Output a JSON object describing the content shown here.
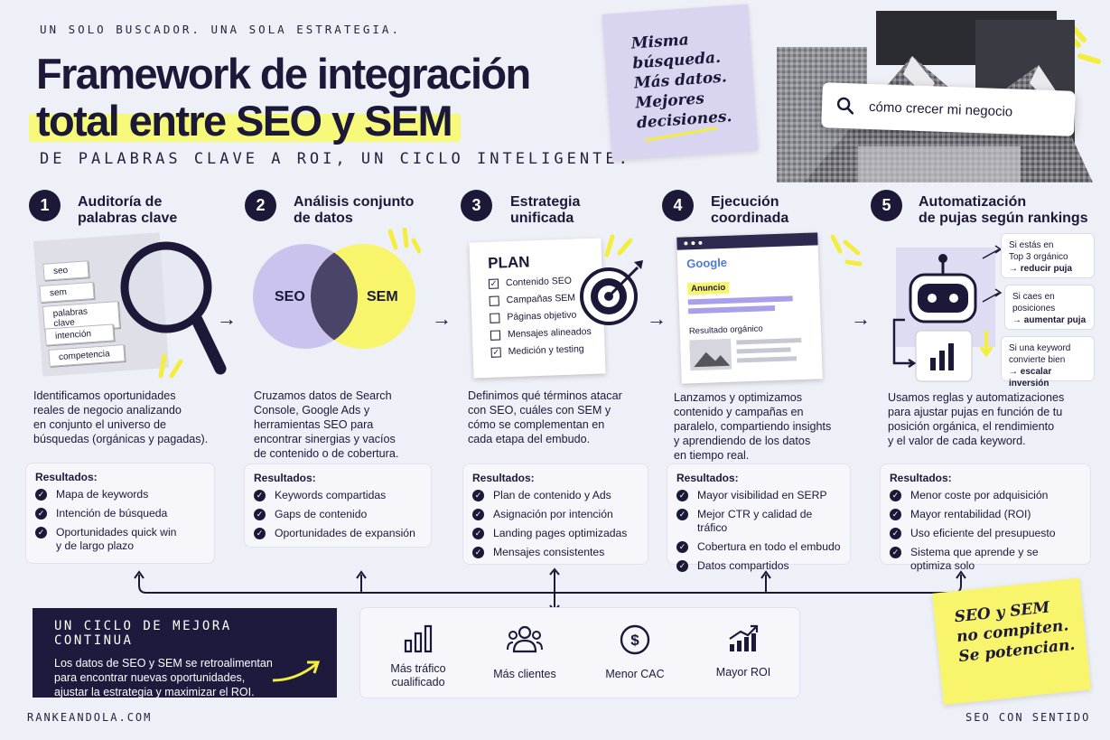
{
  "header": {
    "kicker": "UN SOLO BUSCADOR. UNA SOLA ESTRATEGIA.",
    "title_line1": "Framework de integración",
    "title_line2": "total entre SEO y SEM",
    "subtitle": "DE PALABRAS CLAVE A ROI, UN CICLO INTELIGENTE."
  },
  "note_top": {
    "lines": [
      "Misma",
      "búsqueda.",
      "Más datos.",
      "Mejores",
      "decisiones."
    ]
  },
  "search": {
    "query": "cómo crecer mi negocio",
    "icon": "search-icon"
  },
  "steps": [
    {
      "num": "1",
      "title_l1": "Auditoría de",
      "title_l2": "palabras clave",
      "desc": [
        "Identificamos oportunidades",
        "reales de negocio analizando",
        "en conjunto el universo de",
        "búsquedas (orgánicas y pagadas)."
      ],
      "results_label": "Resultados:",
      "results": [
        "Mapa de keywords",
        "Intención de búsqueda",
        "Oportunidades quick win|y de largo plazo"
      ],
      "tags": [
        "seo",
        "sem",
        "palabras clave",
        "intención",
        "competencia"
      ]
    },
    {
      "num": "2",
      "title_l1": "Análisis conjunto",
      "title_l2": "de datos",
      "desc": [
        "Cruzamos datos de Search",
        "Console, Google Ads y",
        "herramientas SEO para",
        "encontrar sinergias y vacíos",
        "de contenido o de cobertura."
      ],
      "results_label": "Resultados:",
      "results": [
        "Keywords compartidas",
        "Gaps de contenido",
        "Oportunidades de expansión"
      ],
      "venn": {
        "left": "SEO",
        "right": "SEM"
      }
    },
    {
      "num": "3",
      "title_l1": "Estrategia",
      "title_l2": "unificada",
      "desc": [
        "Definimos qué términos atacar",
        "con SEO, cuáles con SEM y",
        "cómo se complementan en",
        "cada etapa del embudo."
      ],
      "results_label": "Resultados:",
      "results": [
        "Plan de contenido y Ads",
        "Asignación por intención",
        "Landing pages optimizadas",
        "Mensajes consistentes"
      ],
      "plan": {
        "title": "PLAN",
        "items": [
          "Contenido SEO",
          "Campañas SEM",
          "Páginas objetivo",
          "Mensajes alineados",
          "Medición y testing"
        ],
        "checked": [
          true,
          false,
          false,
          false,
          true
        ]
      }
    },
    {
      "num": "4",
      "title_l1": "Ejecución",
      "title_l2": "coordinada",
      "desc": [
        "Lanzamos y optimizamos",
        "contenido y campañas en",
        "paralelo, compartiendo insights",
        "y aprendiendo de los datos",
        "en tiempo real."
      ],
      "results_label": "Resultados:",
      "results": [
        "Mayor visibilidad en SERP",
        "Mejor CTR y calidad de tráfico",
        "Cobertura en todo el embudo",
        "Datos compartidos"
      ],
      "serp": {
        "brand": "Google",
        "ad": "Anuncio",
        "organic": "Resultado orgánico"
      }
    },
    {
      "num": "5",
      "title_l1": "Automatización",
      "title_l2": "de pujas según rankings",
      "desc": [
        "Usamos reglas y automatizaciones",
        "para ajustar pujas en función de tu",
        "posición orgánica, el rendimiento",
        "y el valor de cada keyword."
      ],
      "results_label": "Resultados:",
      "results": [
        "Menor coste por adquisición",
        "Mayor rentabilidad (ROI)",
        "Uso eficiente del presupuesto",
        "Sistema que aprende y se optimiza solo"
      ],
      "rules": [
        {
          "l1": "Si estás en",
          "l2": "Top 3 orgánico",
          "action": "→ reducir puja"
        },
        {
          "l1": "Si caes en",
          "l2": "posiciones",
          "action": "→ aumentar puja"
        },
        {
          "l1": "Si una keyword",
          "l2": "convierte bien",
          "action": "→ escalar inversión"
        }
      ]
    }
  ],
  "loop": {
    "heading": "UN CICLO DE MEJORA CONTINUA",
    "text": [
      "Los datos de SEO y SEM se retroalimentan",
      "para encontrar nuevas oportunidades,",
      "ajustar la estrategia y maximizar el ROI."
    ]
  },
  "kpis": [
    {
      "icon": "bar-chart-icon",
      "l1": "Más tráfico",
      "l2": "cualificado"
    },
    {
      "icon": "users-icon",
      "l1": "Más clientes",
      "l2": ""
    },
    {
      "icon": "dollar-icon",
      "l1": "Menor CAC",
      "l2": ""
    },
    {
      "icon": "trend-up-icon",
      "l1": "Mayor ROI",
      "l2": ""
    }
  ],
  "note_bottom": {
    "lines": [
      "SEO y SEM",
      "no compiten.",
      "Se potencian."
    ]
  },
  "footer": {
    "left": "RANKEANDOLA.COM",
    "right": "SEO CON SENTIDO"
  },
  "colors": {
    "ink": "#1b1838",
    "lavender": "#c9c3ee",
    "yellow": "#f8f56c",
    "background": "#eef0f7"
  }
}
